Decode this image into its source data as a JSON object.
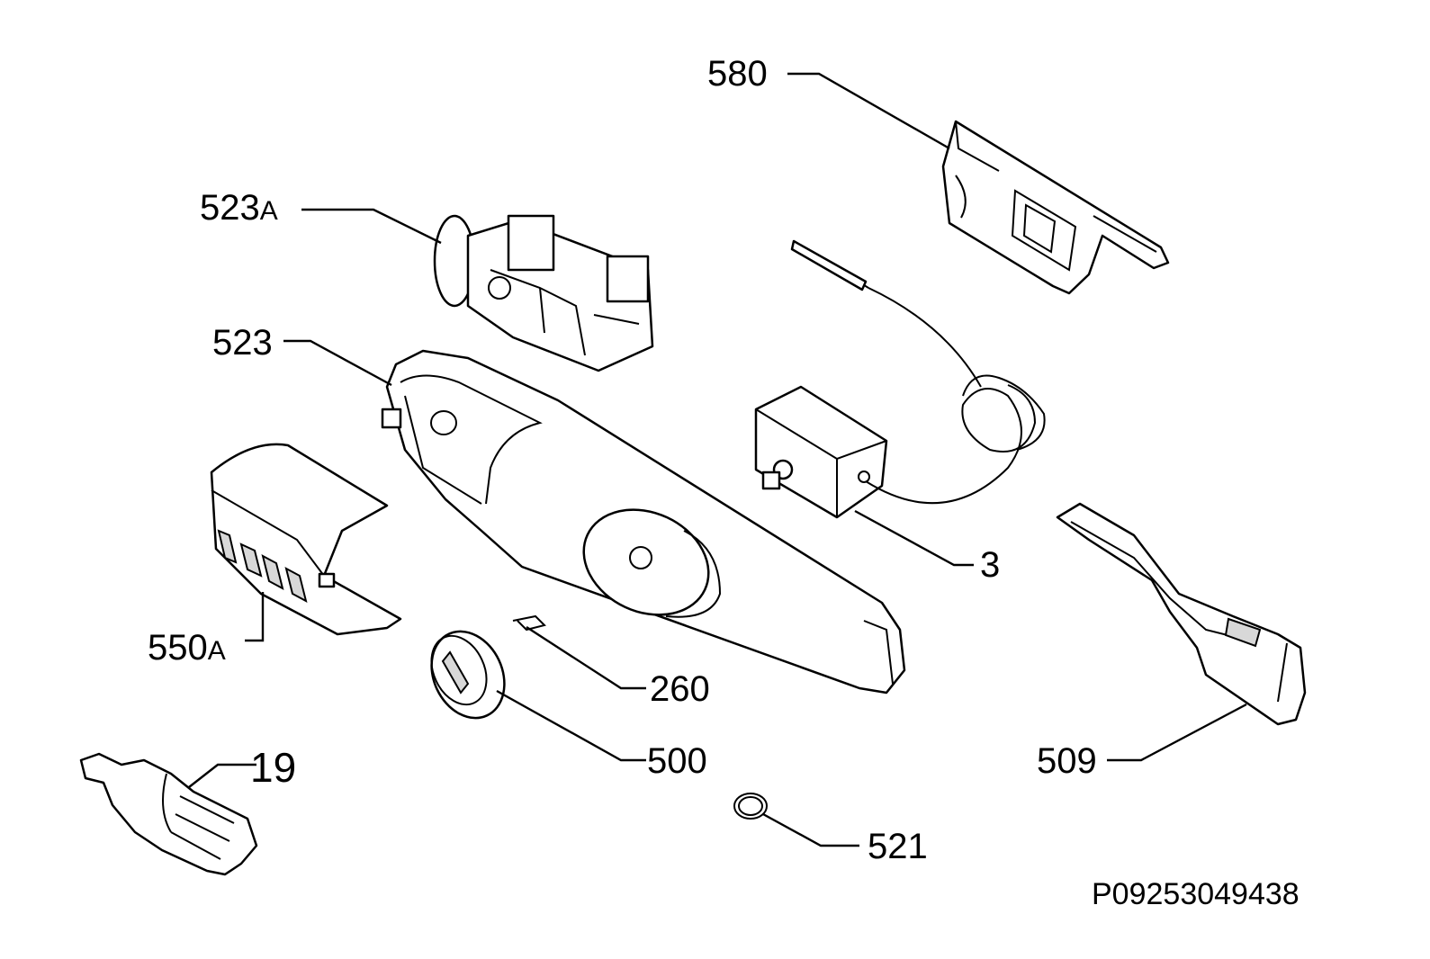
{
  "diagram": {
    "callouts": {
      "p580": {
        "num": "580",
        "suffix": ""
      },
      "p523a": {
        "num": "523",
        "suffix": "A"
      },
      "p523": {
        "num": "523",
        "suffix": ""
      },
      "p3": {
        "num": "3",
        "suffix": ""
      },
      "p550a": {
        "num": "550",
        "suffix": "A"
      },
      "p260": {
        "num": "260",
        "suffix": ""
      },
      "p500": {
        "num": "500",
        "suffix": ""
      },
      "p19": {
        "num": "19",
        "suffix": ""
      },
      "p509": {
        "num": "509",
        "suffix": ""
      },
      "p521": {
        "num": "521",
        "suffix": ""
      }
    },
    "document_id": "P09253049438"
  }
}
